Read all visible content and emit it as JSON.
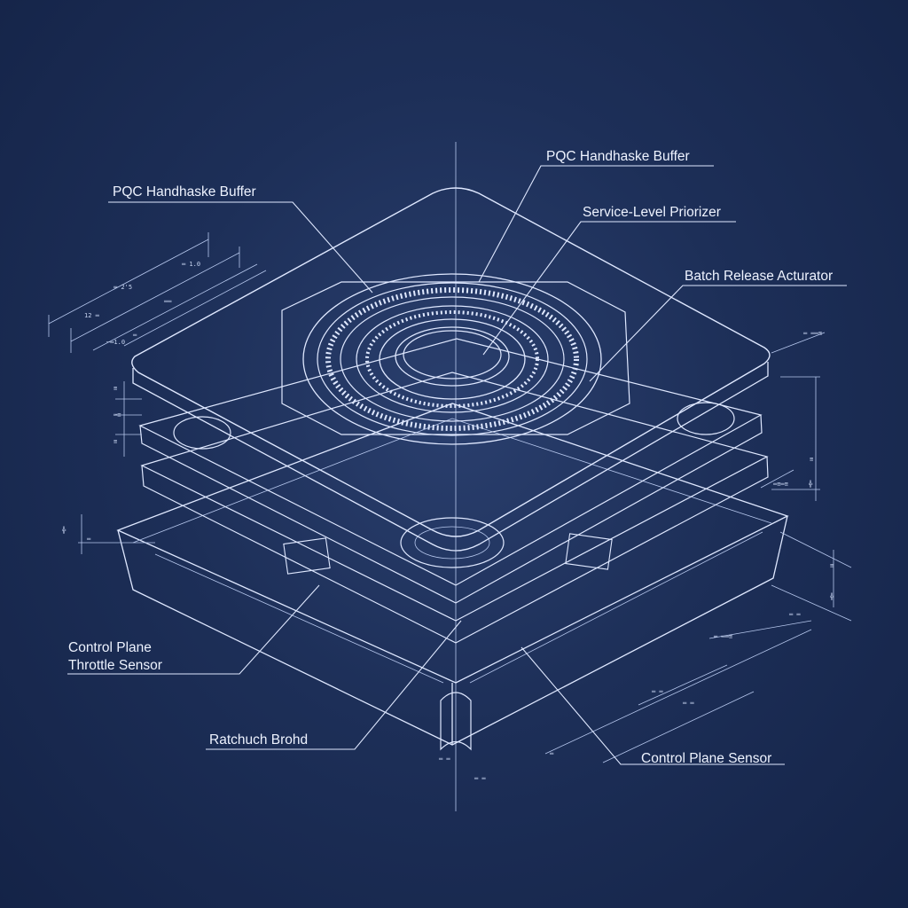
{
  "labels": {
    "pqc_left": "PQC Handhaske Buffer",
    "pqc_top": "PQC Handhaske Buffer",
    "service_level": "Service-Level Priorizer",
    "batch_release": "Batch Release Acturator",
    "control_throttle_line1": "Control Plane",
    "control_throttle_line2": "Throttle Sensor",
    "ratchet_board": "Ratchuch Brohd",
    "control_plane_sensor": "Control Plane Sensor"
  },
  "colors": {
    "background": "#1d2f58",
    "line": "#dfe8ff",
    "label_text": "#eef3ff"
  }
}
